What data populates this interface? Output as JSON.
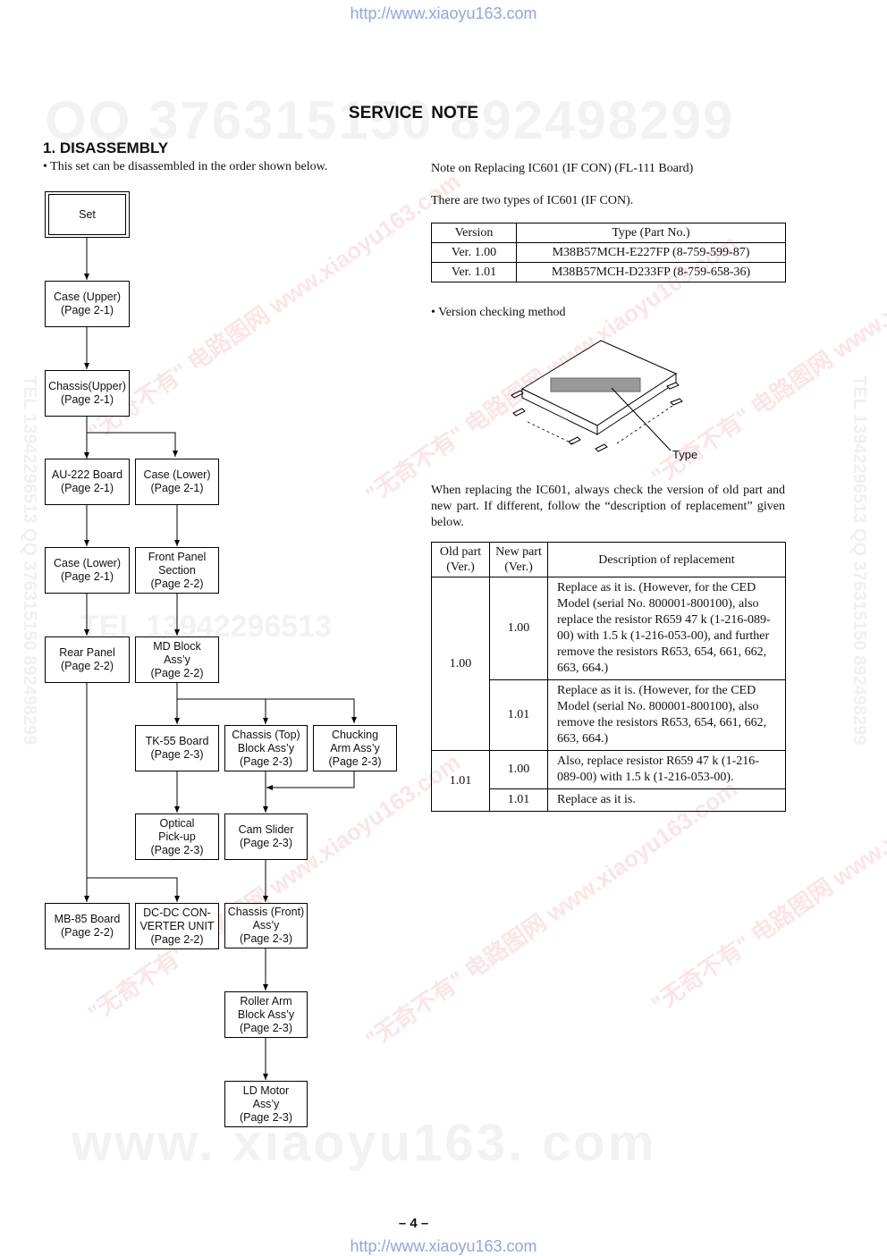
{
  "header_url": "http://www.xiaoyu163.com",
  "footer_url": "http://www.xiaoyu163.com",
  "watermarks": {
    "qq": "QQ 376315150   892498299",
    "tel": "TEL 13942296513",
    "www": "www. xiaoyu163. com",
    "side_left": "TEL 13942296513   QQ 376315150   892498299",
    "side_right": "TEL 13942296513   QQ 376315150   892498299",
    "diag": "\"无奇不有\" 电路图网 www.xiaoyu163.com"
  },
  "title": "SERVICE  NOTE",
  "section": "1.   DISASSEMBLY",
  "intro": "•  This set can be disassembled in the order shown below.",
  "flow": {
    "set": "Set",
    "case_upper": "Case (Upper)\n(Page 2-1)",
    "chassis_upper": "Chassis(Upper)\n(Page 2-1)",
    "au222": "AU-222 Board\n(Page 2-1)",
    "case_lower_r": "Case (Lower)\n(Page 2-1)",
    "case_lower_l": "Case (Lower)\n(Page 2-1)",
    "front_panel": "Front Panel\nSection\n(Page 2-2)",
    "rear_panel": "Rear Panel\n(Page 2-2)",
    "md_block": "MD Block\nAss’y\n(Page 2-2)",
    "tk55": "TK-55 Board\n(Page 2-3)",
    "chassis_top": "Chassis (Top)\nBlock Ass’y\n(Page 2-3)",
    "chucking_arm": "Chucking\nArm Ass’y\n(Page 2-3)",
    "optical": "Optical\nPick-up\n(Page 2-3)",
    "cam_slider": "Cam Slider\n(Page 2-3)",
    "mb85": "MB-85 Board\n(Page 2-2)",
    "dcdc": "DC-DC CON-\nVERTER UNIT\n(Page 2-2)",
    "chassis_front": "Chassis (Front)\nAss’y\n(Page 2-3)",
    "roller_arm": "Roller Arm\nBlock Ass’y\n(Page 2-3)",
    "ld_motor": "LD Motor\nAss’y\n(Page 2-3)"
  },
  "note_title": "Note on Replacing IC601 (IF CON) (FL-111 Board)",
  "two_types": "There are two types of IC601 (IF CON).",
  "version_table": {
    "headers": [
      "Version",
      "Type (Part No.)"
    ],
    "rows": [
      [
        "Ver. 1.00",
        "M38B57MCH-E227FP (8-759-599-87)"
      ],
      [
        "Ver. 1.01",
        "M38B57MCH-D233FP (8-759-658-36)"
      ]
    ]
  },
  "version_check": "•  Version checking method",
  "ic_label": "Type",
  "replace_para": "When replacing the IC601, always check the version of old part and new part. If different, follow the “description of replacement” given below.",
  "replace_table": {
    "headers": [
      "Old part\n(Ver.)",
      "New part\n(Ver.)",
      "Description of replacement"
    ],
    "old_100": "1.00",
    "old_101": "1.01",
    "rows": [
      {
        "new": "1.00",
        "desc": "Replace as it is. (However, for the CED Model (serial No. 800001-800100), also replace the resistor R659 47 k  (1-216-089-00) with 1.5 k  (1-216-053-00), and further remove the resistors R653, 654, 661, 662, 663, 664.)"
      },
      {
        "new": "1.01",
        "desc": "Replace as it is. (However, for the CED Model (serial No. 800001-800100), also remove the resistors R653, 654, 661, 662, 663, 664.)"
      },
      {
        "new": "1.00",
        "desc": "Also, replace resistor R659 47 k  (1-216-089-00) with 1.5 k  (1-216-053-00)."
      },
      {
        "new": "1.01",
        "desc": "Replace as it is."
      }
    ]
  },
  "page_number": "– 4 –"
}
